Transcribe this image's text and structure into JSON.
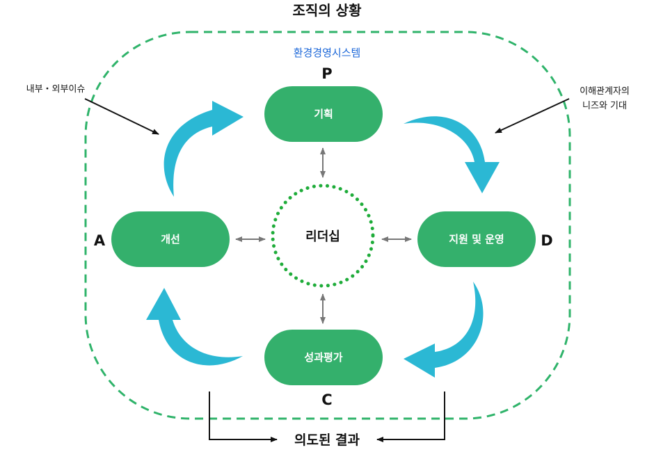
{
  "diagram": {
    "title": "조직의 상황",
    "system_label": "환경경영시스템",
    "center": {
      "label": "리더십"
    },
    "nodes": {
      "plan": {
        "letter": "P",
        "label": "기획"
      },
      "do": {
        "letter": "D",
        "label": "지원 및 운영"
      },
      "check": {
        "letter": "C",
        "label": "성과평가"
      },
      "act": {
        "letter": "A",
        "label": "개선"
      }
    },
    "notes": {
      "left": "내부・외부이슈",
      "right_line1": "이해관계자의",
      "right_line2": "니즈와 기대"
    },
    "result_label": "의도된 결과",
    "colors": {
      "node_fill": "#34b06c",
      "boundary": "#2fb36a",
      "cycle_arrow": "#2bb8d4",
      "center_dots": "#1fac3a",
      "link_arrow": "#777777",
      "system_label": "#1a66d8"
    }
  }
}
